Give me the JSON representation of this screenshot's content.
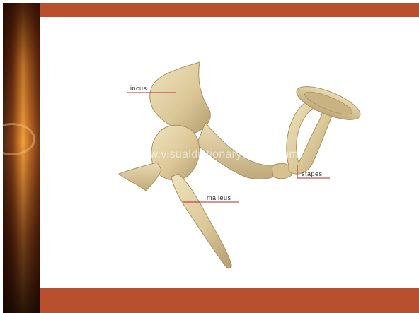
{
  "labels": {
    "incus": "incus",
    "malleus": "malleus",
    "stapes": "stapes"
  },
  "watermark": "www.visualdictionaryonline.com",
  "colors": {
    "background_band": "#b8502e",
    "bone": "#e4d3a8",
    "bone_shade": "#b9a376",
    "leader_line": "#b42828"
  }
}
